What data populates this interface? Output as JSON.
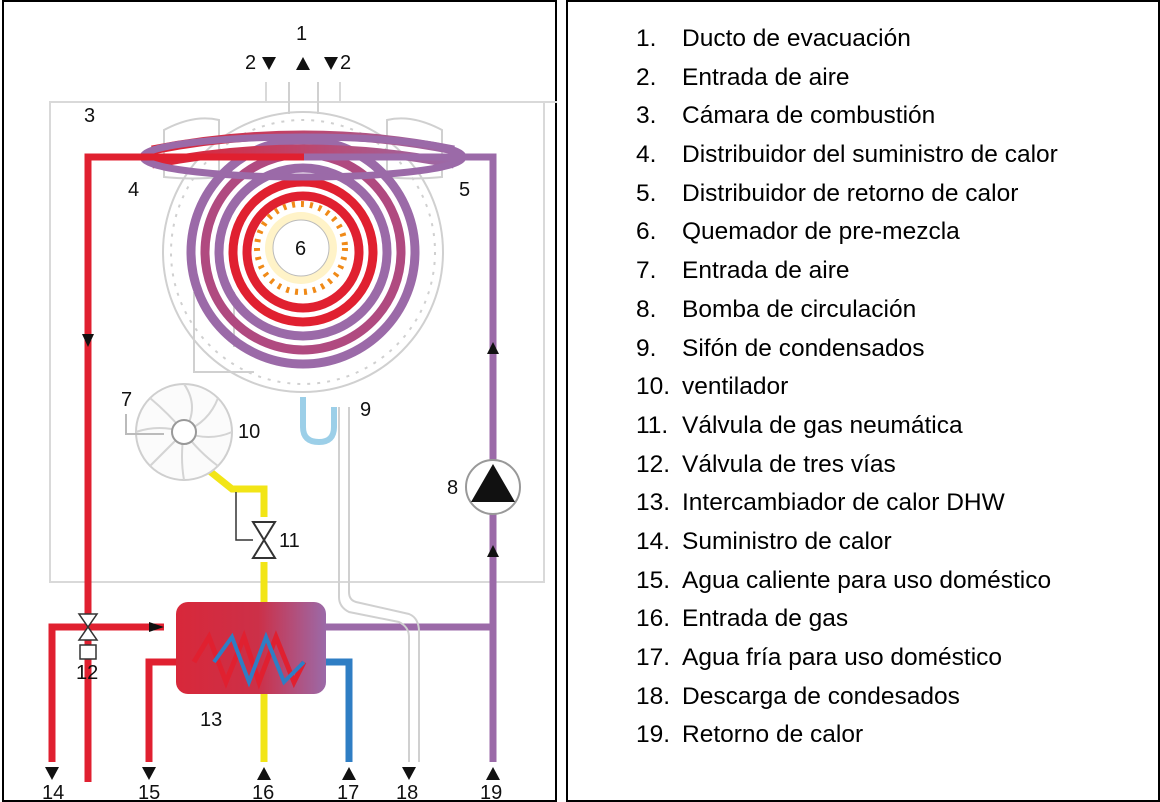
{
  "diagram": {
    "labels": {
      "n1": "1",
      "n2a": "2",
      "n2b": "2",
      "n3": "3",
      "n4": "4",
      "n5": "5",
      "n6": "6",
      "n7": "7",
      "n8": "8",
      "n9": "9",
      "n10": "10",
      "n11": "11",
      "n12": "12",
      "n13": "13",
      "n14": "14",
      "n15": "15",
      "n16": "16",
      "n17": "17",
      "n18": "18",
      "n19": "19"
    },
    "colors": {
      "supply": "#e02030",
      "return": "#9b6aa8",
      "gas": "#f2e516",
      "cold": "#2f7ec4",
      "condensate": "#9ccfe8",
      "casing": "#d8d8d8"
    }
  },
  "legend": {
    "items": [
      {
        "num": "1.",
        "text": "Ducto de evacuación"
      },
      {
        "num": "2.",
        "text": "Entrada de aire"
      },
      {
        "num": "3.",
        "text": "Cámara de combustión"
      },
      {
        "num": "4.",
        "text": "Distribuidor del suministro de calor"
      },
      {
        "num": "5.",
        "text": "Distribuidor de retorno de calor"
      },
      {
        "num": "6.",
        "text": "Quemador de pre-mezcla"
      },
      {
        "num": "7.",
        "text": "Entrada de aire"
      },
      {
        "num": "8.",
        "text": "Bomba de circulación"
      },
      {
        "num": "9.",
        "text": "Sifón de condensados"
      },
      {
        "num": "10.",
        "text": "ventilador"
      },
      {
        "num": "11.",
        "text": "Válvula de gas neumática"
      },
      {
        "num": "12.",
        "text": "Válvula de tres vías"
      },
      {
        "num": "13.",
        "text": "Intercambiador de calor DHW"
      },
      {
        "num": "14.",
        "text": "Suministro de calor"
      },
      {
        "num": "15.",
        "text": "Agua caliente para uso doméstico"
      },
      {
        "num": "16.",
        "text": "Entrada de gas"
      },
      {
        "num": "17.",
        "text": "Agua fría para uso doméstico"
      },
      {
        "num": "18.",
        "text": "Descarga de condesados"
      },
      {
        "num": "19.",
        "text": "Retorno de calor"
      }
    ]
  }
}
